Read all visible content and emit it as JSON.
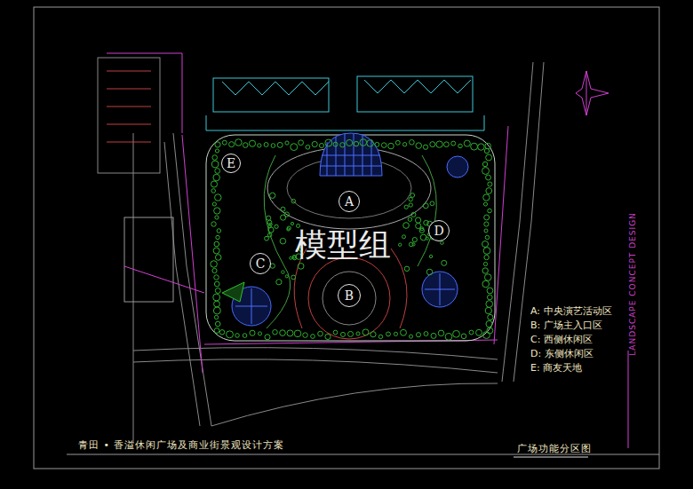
{
  "diagram": {
    "title": "青田 • 香溢休闲广场及商业街景观设计方案",
    "caption": "广场功能分区图",
    "nodes": [
      {
        "text": [
          "E"
        ]
      },
      {
        "text": [
          "A"
        ]
      },
      {
        "text": [
          "D"
        ]
      },
      {
        "text": [
          "C"
        ]
      },
      {
        "text": [
          "B"
        ]
      }
    ],
    "labels": [
      "模型组",
      "LANDSCAPE CONCEPT DESIGN",
      "A: 中央演艺活动区",
      "B: 广场主入口区",
      "C: 西侧休闲区",
      "D: 东侧休闲区",
      "E: 商友天地"
    ]
  }
}
